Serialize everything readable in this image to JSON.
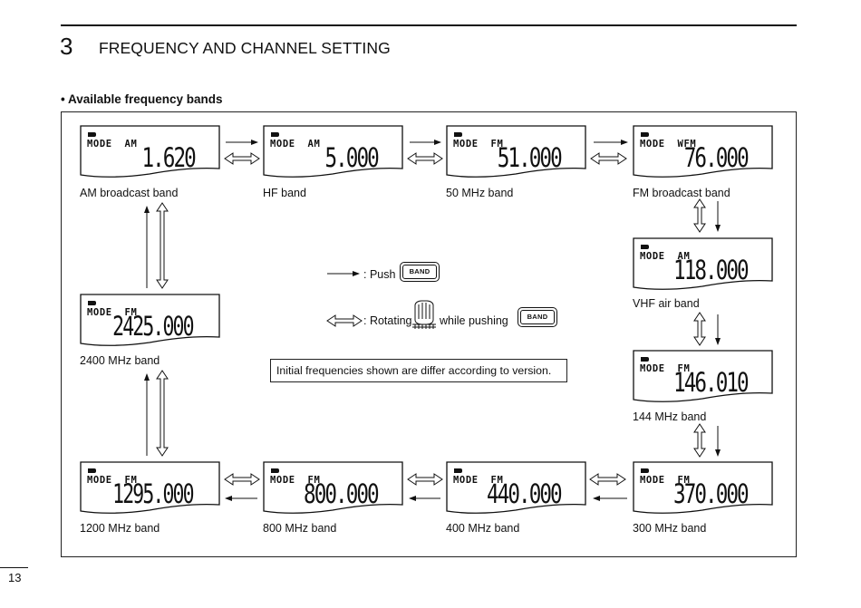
{
  "header": {
    "chapter_number": "3",
    "chapter_title": "FREQUENCY AND CHANNEL SETTING"
  },
  "section_title": "• Available frequency bands",
  "bands": [
    {
      "mode": "MODE  AM",
      "freq": "1.620",
      "label": "AM broadcast band"
    },
    {
      "mode": "MODE  AM",
      "freq": "5.000",
      "label": "HF band"
    },
    {
      "mode": "MODE  FM",
      "freq": "51.000",
      "label": "50 MHz band"
    },
    {
      "mode": "MODE  WFM",
      "freq": "76.000",
      "label": "FM broadcast band"
    },
    {
      "mode": "MODE  AM",
      "freq": "118.000",
      "label": "VHF air band"
    },
    {
      "mode": "MODE  FM",
      "freq": "146.010",
      "label": "144 MHz band"
    },
    {
      "mode": "MODE  FM",
      "freq": "370.000",
      "label": "300 MHz band"
    },
    {
      "mode": "MODE  FM",
      "freq": "440.000",
      "label": "400 MHz band"
    },
    {
      "mode": "MODE  FM",
      "freq": "800.000",
      "label": "800 MHz band"
    },
    {
      "mode": "MODE  FM",
      "freq": "1295.000",
      "label": "1200 MHz band"
    },
    {
      "mode": "MODE  FM",
      "freq": "2425.000",
      "label": "2400 MHz band"
    }
  ],
  "legend": {
    "push_label": ": Push",
    "rotating_label": ": Rotating",
    "while_pushing_label": "while pushing",
    "button_text": "BAND"
  },
  "note": "Initial frequencies shown are differ according to version.",
  "page_number": "13"
}
